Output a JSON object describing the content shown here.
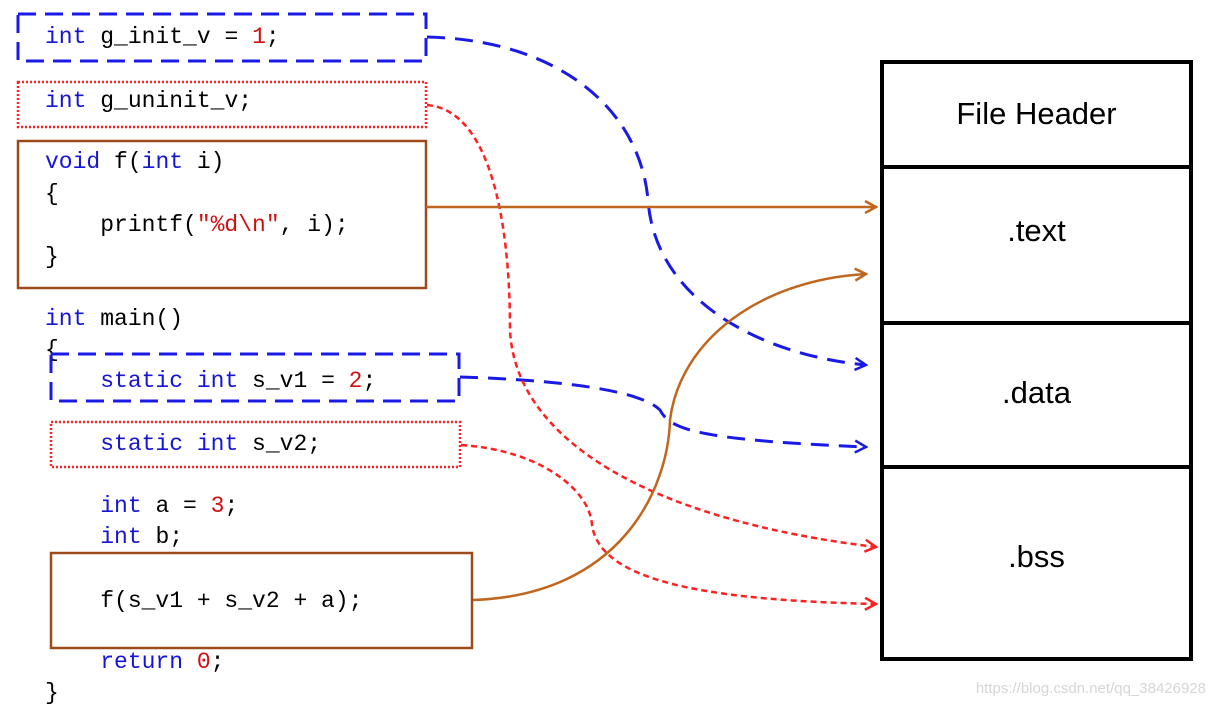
{
  "title": "C variables mapped to object file sections",
  "code": {
    "g_init": [
      {
        "t": "int",
        "c": "kw"
      },
      {
        "t": " g_init_v = ",
        "c": ""
      },
      {
        "t": "1",
        "c": "num"
      },
      {
        "t": ";",
        "c": ""
      }
    ],
    "g_uninit": [
      {
        "t": "int",
        "c": "kw"
      },
      {
        "t": " g_uninit_v;",
        "c": ""
      }
    ],
    "f_sig": [
      {
        "t": "void",
        "c": "kw"
      },
      {
        "t": " f(",
        "c": ""
      },
      {
        "t": "int",
        "c": "kw"
      },
      {
        "t": " i)",
        "c": ""
      }
    ],
    "f_open": [
      {
        "t": "{",
        "c": ""
      }
    ],
    "f_body": [
      {
        "t": "    printf(",
        "c": ""
      },
      {
        "t": "\"%d\\n\"",
        "c": "str"
      },
      {
        "t": ", i);",
        "c": ""
      }
    ],
    "f_close": [
      {
        "t": "}",
        "c": ""
      }
    ],
    "main_sig": [
      {
        "t": "int",
        "c": "kw"
      },
      {
        "t": " main()",
        "c": ""
      }
    ],
    "main_open": [
      {
        "t": "{",
        "c": ""
      }
    ],
    "s_v1": [
      {
        "t": "    ",
        "c": ""
      },
      {
        "t": "static int",
        "c": "kw"
      },
      {
        "t": " s_v1 = ",
        "c": ""
      },
      {
        "t": "2",
        "c": "num"
      },
      {
        "t": ";",
        "c": ""
      }
    ],
    "s_v2": [
      {
        "t": "    ",
        "c": ""
      },
      {
        "t": "static int",
        "c": "kw"
      },
      {
        "t": " s_v2;",
        "c": ""
      }
    ],
    "a_decl": [
      {
        "t": "    ",
        "c": ""
      },
      {
        "t": "int",
        "c": "kw"
      },
      {
        "t": " a = ",
        "c": ""
      },
      {
        "t": "3",
        "c": "num"
      },
      {
        "t": ";",
        "c": ""
      }
    ],
    "b_decl": [
      {
        "t": "    ",
        "c": ""
      },
      {
        "t": "int",
        "c": "kw"
      },
      {
        "t": " b;",
        "c": ""
      }
    ],
    "call": [
      {
        "t": "    f(s_v1 + s_v2 + a);",
        "c": ""
      }
    ],
    "ret": [
      {
        "t": "    ",
        "c": ""
      },
      {
        "t": "return",
        "c": "kw"
      },
      {
        "t": " ",
        "c": ""
      },
      {
        "t": "0",
        "c": "num"
      },
      {
        "t": ";",
        "c": ""
      }
    ],
    "main_close": [
      {
        "t": "}",
        "c": ""
      }
    ]
  },
  "sections": {
    "header": "File Header",
    "text": ".text",
    "data": ".data",
    "bss": ".bss"
  },
  "colors": {
    "initialized": "#1a1ae6",
    "uninitialized": "#ff2020",
    "code": "#c0661e",
    "code_box": "#9c4a1a",
    "keyword": "#1515d6",
    "literal": "#d01010"
  },
  "watermark": "https://blog.csdn.net/qq_38426928"
}
